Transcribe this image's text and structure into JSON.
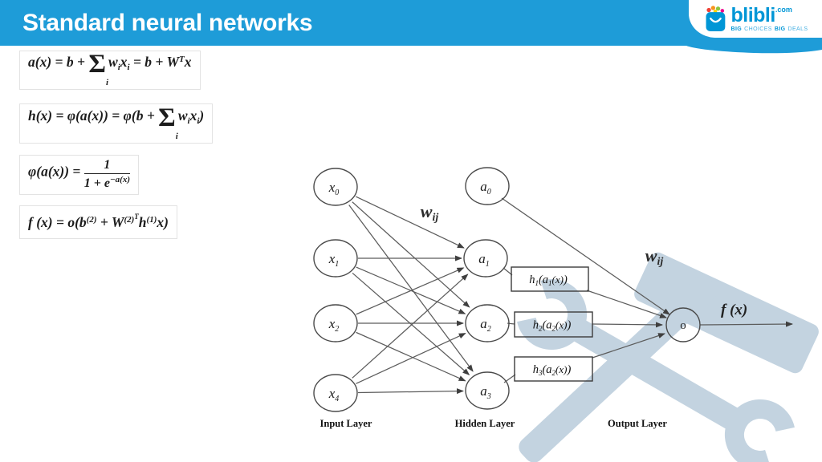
{
  "header": {
    "title": "Standard neural networks",
    "bar_color": "#1e9cd8"
  },
  "logo": {
    "brand": "blibli",
    "tld": ".com",
    "tagline": [
      {
        "text": "BIG",
        "bold": true
      },
      {
        "text": "CHOICES",
        "bold": false
      },
      {
        "text": "BIG",
        "bold": true
      },
      {
        "text": "DEALS",
        "bold": false
      }
    ],
    "brand_color": "#0096d6"
  },
  "formulas": [
    {
      "name": "pre-activation",
      "tokens": [
        {
          "t": "a(x) = b + "
        },
        {
          "sigma": "i"
        },
        {
          "t": "w"
        },
        {
          "sub": "i"
        },
        {
          "t": "x"
        },
        {
          "sub": "i"
        },
        {
          "t": " = b + W"
        },
        {
          "sup": "T"
        },
        {
          "t": "x"
        }
      ]
    },
    {
      "name": "hidden-activation",
      "tokens": [
        {
          "t": "h(x) = φ(a(x)) = φ(b + "
        },
        {
          "sigma": "i"
        },
        {
          "t": "w"
        },
        {
          "sub": "i"
        },
        {
          "t": "x"
        },
        {
          "sub": "i"
        },
        {
          "t": ")"
        }
      ]
    },
    {
      "name": "sigmoid",
      "tokens": [
        {
          "t": "φ(a(x)) = "
        },
        {
          "frac": {
            "num": [
              {
                "t": "1"
              }
            ],
            "den": [
              {
                "t": "1 + e"
              },
              {
                "sup": "−a(x)"
              }
            ]
          }
        }
      ]
    },
    {
      "name": "network-output",
      "tokens": [
        {
          "t": "f (x) = o(b"
        },
        {
          "sup": "(2)"
        },
        {
          "t": " + W"
        },
        {
          "sup": "(2)"
        },
        {
          "sup2": "T"
        },
        {
          "t": "h"
        },
        {
          "sup": "(1)"
        },
        {
          "t": "x)"
        }
      ]
    }
  ],
  "diagram": {
    "input_nodes": [
      {
        "base": "x",
        "sub": "0"
      },
      {
        "base": "x",
        "sub": "1"
      },
      {
        "base": "x",
        "sub": "2"
      },
      {
        "base": "x",
        "sub": "4"
      }
    ],
    "hidden_nodes": [
      {
        "base": "a",
        "sub": "0"
      },
      {
        "base": "a",
        "sub": "1"
      },
      {
        "base": "a",
        "sub": "2"
      },
      {
        "base": "a",
        "sub": "3"
      }
    ],
    "hidden_boxes": [
      {
        "fn": "h",
        "fn_sub": "1",
        "arg": "a",
        "arg_sub": "1",
        "inner": "(x)"
      },
      {
        "fn": "h",
        "fn_sub": "2",
        "arg": "a",
        "arg_sub": "2",
        "inner": "(x)"
      },
      {
        "fn": "h",
        "fn_sub": "3",
        "arg": "a",
        "arg_sub": "2",
        "inner": "(x)"
      }
    ],
    "output_node_symbol": "o",
    "weight_labels": [
      {
        "base": "w",
        "sub": "ij"
      },
      {
        "base": "w",
        "sub": "ij"
      }
    ],
    "output_arrow_label": "f (x)",
    "layer_labels": [
      "Input Layer",
      "Hidden Layer",
      "Output Layer"
    ],
    "watermark_color": "#c3d3e0"
  }
}
